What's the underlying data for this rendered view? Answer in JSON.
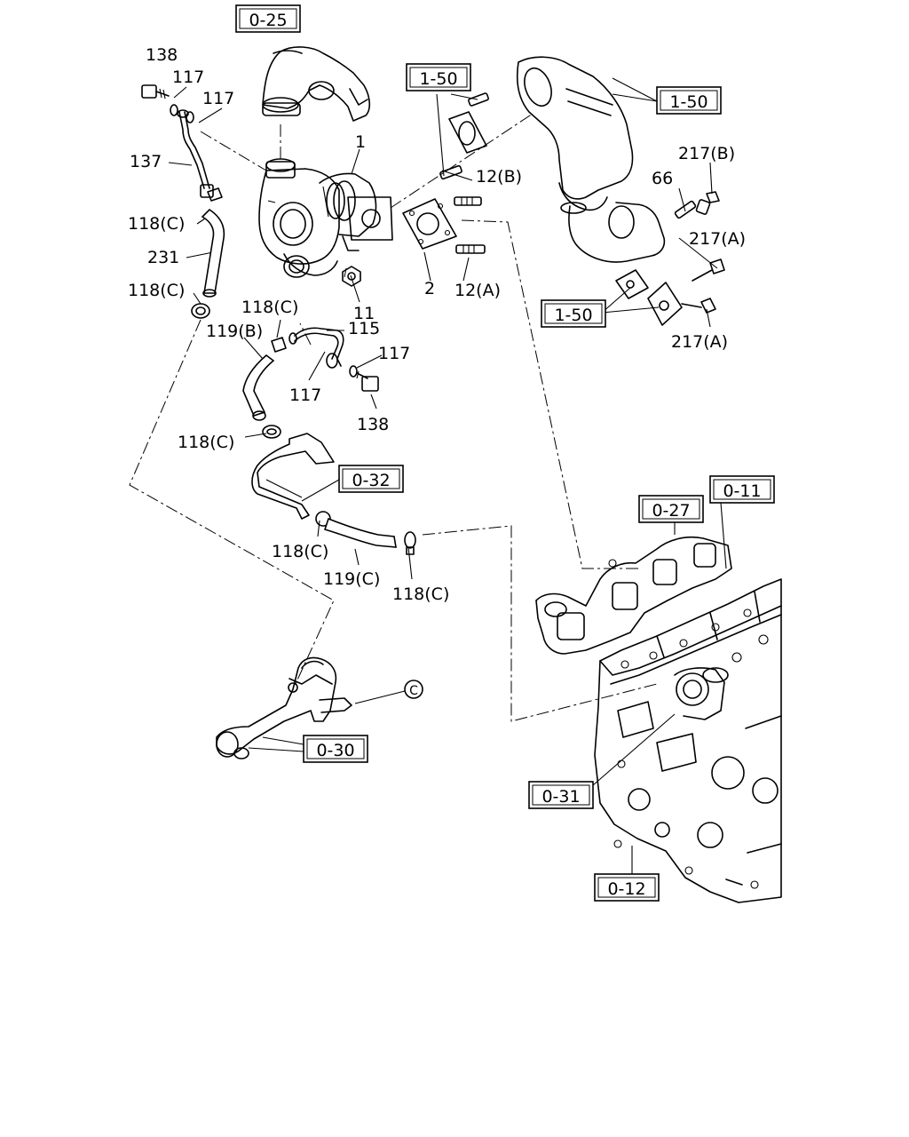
{
  "callouts": {
    "ref_0_25": "0-25",
    "ref_1_50_top": "1-50",
    "ref_1_50_right": "1-50",
    "ref_1_50_bottom": "1-50",
    "ref_0_32": "0-32",
    "ref_0_27": "0-27",
    "ref_0_11": "0-11",
    "ref_0_30": "0-30",
    "ref_0_31": "0-31",
    "ref_0_12": "0-12",
    "circle_c": "C"
  },
  "labels": {
    "p138_top": "138",
    "p117_a": "117",
    "p117_b": "117",
    "p1": "1",
    "p137": "137",
    "p118c_1": "118(C)",
    "p231": "231",
    "p118c_2": "118(C)",
    "p12b": "12(B)",
    "p217b": "217(B)",
    "p66": "66",
    "p217a_1": "217(A)",
    "p2": "2",
    "p12a": "12(A)",
    "p11": "11",
    "p118c_3": "118(C)",
    "p119b": "119(B)",
    "p115": "115",
    "p117_c": "117",
    "p117_d": "117",
    "p138_bottom": "138",
    "p217a_2": "217(A)",
    "p118c_4": "118(C)",
    "p118c_5": "118(C)",
    "p119c": "119(C)",
    "p118c_6": "118(C)"
  }
}
